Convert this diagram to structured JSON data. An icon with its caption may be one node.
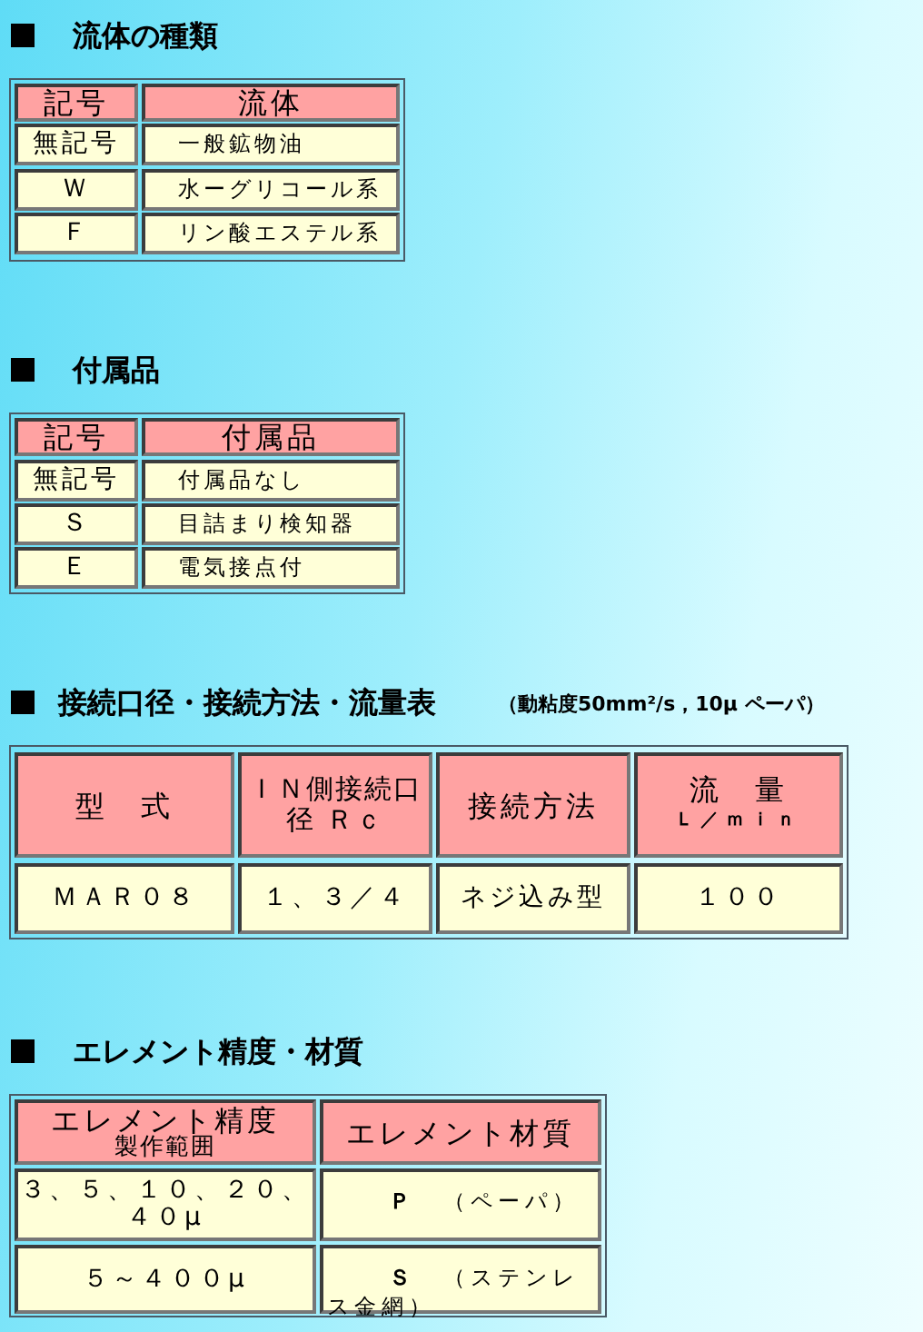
{
  "diagram": {
    "labels": [
      "流体の種類",
      "記号",
      "流体",
      "無記号",
      "一般鉱物油",
      "Ｗ",
      "水ーグリコール系",
      "Ｆ",
      "リン酸エステル系",
      "付属品",
      "記号",
      "付属品",
      "無記号",
      "付属品なし",
      "Ｓ",
      "目詰まり検知器",
      "Ｅ",
      "電気接点付",
      "接続口径・接続方法・流量表",
      "（動粘度50mm²/s，10μ ペーパ）",
      "型　式",
      "ＩＮ側接続口径 Ｒｃ",
      "接続方法",
      "流　量",
      "Ｌ／ｍｉｎ",
      "ＭＡＲ０８",
      "１、３／４",
      "ネジ込み型",
      "１００",
      "エレメント精度・材質",
      "エレメント精度",
      "製作範囲",
      "エレメント材質",
      "３、５、１０、２０、４０μ",
      "**Ｐ**　（ペーパ）",
      "５～４００μ",
      "**Ｓ**　（ステンレス金網）"
    ]
  }
}
